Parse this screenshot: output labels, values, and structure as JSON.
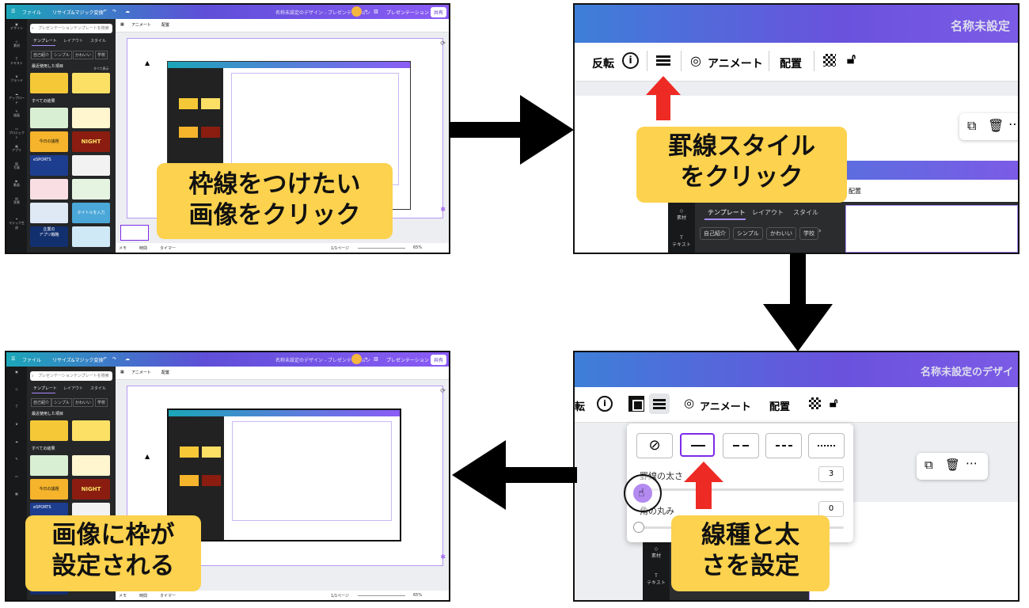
{
  "arrows": [
    "right",
    "down",
    "left"
  ],
  "panel1": {
    "topbar": {
      "file": "ファイル",
      "resize": "リサイズ&マジック変換",
      "title": "名称未設定のデザイン - プレゼンテーション",
      "present": "プレゼンテーション",
      "share": "共有"
    },
    "rail": [
      "デザイン",
      "素材",
      "テキスト",
      "ブランド",
      "アップロード",
      "描画",
      "プロジェクト",
      "アプリ",
      "写真",
      "動画",
      "背景",
      "マジック生成"
    ],
    "search_placeholder": "プレゼンテーションテンプレートを検索",
    "tabs": [
      "テンプレート",
      "レイアウト",
      "スタイル"
    ],
    "chips": [
      "自己紹介",
      "シンプル",
      "かわいい",
      "学校"
    ],
    "recent_label": "最近使用した項目",
    "see_all": "すべて表示",
    "all_results": "すべての結果",
    "toolbar": {
      "animate": "アニメート",
      "position": "配置"
    },
    "bottom": {
      "notes": "メモ",
      "time": "時間",
      "timer": "タイマー",
      "page": "1/1ページ",
      "zoom": "65%"
    },
    "callout": [
      "枠線をつけたい",
      "画像をクリック"
    ]
  },
  "panel2": {
    "title": "名称未設定",
    "toolbar": {
      "flip": "反転",
      "animate": "アニメート",
      "position": "配置"
    },
    "tabs": [
      "テンプレート",
      "レイアウト",
      "スタイル"
    ],
    "chips": [
      "自己紹介",
      "シンプル",
      "かわいい",
      "学校"
    ],
    "rail": [
      "素材",
      "テキスト"
    ],
    "position_label": "配置",
    "callout": [
      "罫線スタイル",
      "をクリック"
    ]
  },
  "panel3": {
    "title": "名称未設定のデザイ",
    "toolbar": {
      "flip": "転",
      "animate": "アニメート",
      "position": "配置"
    },
    "stroke_label": "罫線の太さ",
    "stroke_value": "3",
    "radius_label": "角の丸み",
    "radius_value": "0",
    "rail": [
      "素材",
      "テキスト"
    ],
    "callout": [
      "線種と太",
      "さを設定"
    ]
  },
  "panel4": {
    "topbar": {
      "file": "ファイル",
      "resize": "リサイズ&マジック変換",
      "title": "名称未設定のデザイン - プレゼンテーション",
      "present": "プレゼンテーション",
      "share": "共有"
    },
    "search_placeholder": "プレゼンテーションテンプレートを検索",
    "tabs": [
      "テンプレート",
      "レイアウト",
      "スタイル"
    ],
    "chips": [
      "自己紹介",
      "シンプル",
      "かわいい",
      "学校"
    ],
    "recent_label": "最近使用した項目",
    "all_results": "すべての結果",
    "toolbar": {
      "animate": "アニメート",
      "position": "配置"
    },
    "bottom": {
      "notes": "メモ",
      "time": "時間",
      "timer": "タイマー",
      "page": "1/1ページ",
      "zoom": "65%"
    },
    "callout": [
      "画像に枠が",
      "設定される"
    ]
  },
  "thumb_texts": {
    "today": "今日の議題",
    "night": "NIGHT",
    "esports": "eSPORTS",
    "title_input": "タイトルを入力",
    "agenda": "企業の",
    "app": "アプリ戦略"
  },
  "colors": {
    "callout": "#fcd24e",
    "accent_red": "#ee2a24",
    "purple": "#7d2ae8",
    "black": "#111111"
  }
}
